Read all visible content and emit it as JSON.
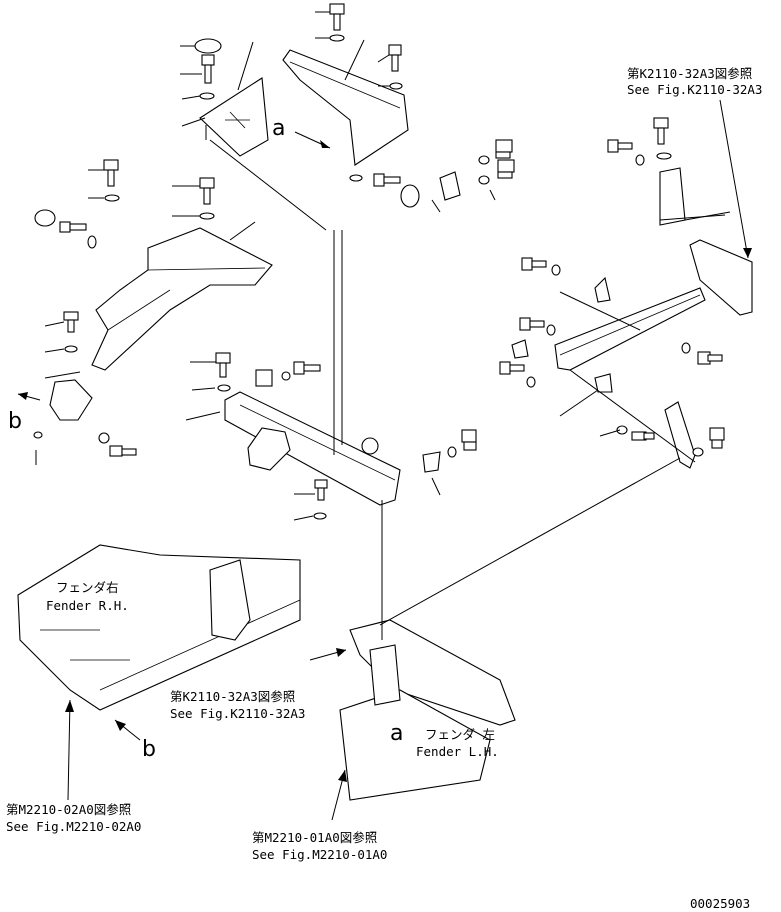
{
  "references": {
    "k2110_top": {
      "jp": "第K2110-32A3図参照",
      "en": "See Fig.K2110-32A3"
    },
    "k2110_mid": {
      "jp": "第K2110-32A3図参照",
      "en": "See Fig.K2110-32A3"
    },
    "m2210_02": {
      "jp": "第M2210-02A0図参照",
      "en": "See Fig.M2210-02A0"
    },
    "m2210_01": {
      "jp": "第M2210-01A0図参照",
      "en": "See Fig.M2210-01A0"
    }
  },
  "fenders": {
    "right": {
      "jp": "フェンダ右",
      "en": "Fender R.H."
    },
    "left": {
      "jp": "フェンダ 左",
      "en": "Fender L.H."
    }
  },
  "view_markers": {
    "a_top": "a",
    "a_bottom": "a",
    "b_left": "b",
    "b_bottom": "b"
  },
  "drawing_number": "00025903"
}
